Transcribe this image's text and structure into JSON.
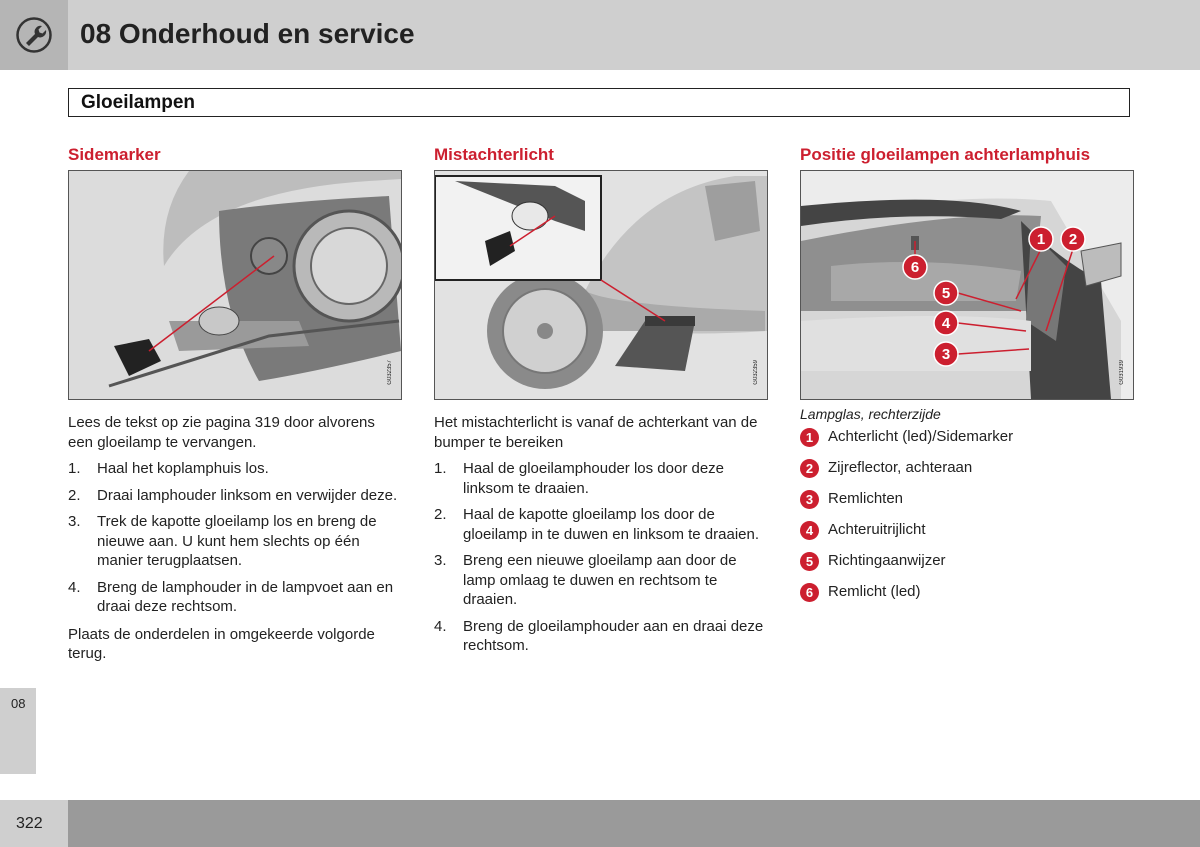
{
  "header": {
    "chapter_title": "08 Onderhoud en service",
    "icon": "wrench-icon"
  },
  "section": {
    "title": "Gloeilampen"
  },
  "sidemarker": {
    "heading": "Sidemarker",
    "figure_code": "G032357",
    "intro": "Lees de tekst op zie pagina 319 door alvorens een gloeilamp te vervangen.",
    "steps": [
      {
        "num": "1.",
        "text": "Haal het koplamphuis los."
      },
      {
        "num": "2.",
        "text": "Draai lamphouder linksom en verwijder deze."
      },
      {
        "num": "3.",
        "text": "Trek de kapotte gloeilamp los en breng de nieuwe aan. U kunt hem slechts op één manier terugplaatsen."
      },
      {
        "num": "4.",
        "text": "Breng de lamphouder in de lampvoet aan en draai deze rechtsom."
      }
    ],
    "outro": "Plaats de onderdelen in omgekeerde volgorde terug."
  },
  "mistachterlicht": {
    "heading": "Mistachterlicht",
    "figure_code": "G032359",
    "intro": "Het mistachterlicht is vanaf de achterkant van de bumper te bereiken",
    "steps": [
      {
        "num": "1.",
        "text": "Haal de gloeilamphouder los door deze linksom te draaien."
      },
      {
        "num": "2.",
        "text": "Haal de kapotte gloeilamp los door de gloeilamp in te duwen en linksom te draaien."
      },
      {
        "num": "3.",
        "text": "Breng een nieuwe gloeilamp aan door de lamp omlaag te duwen en rechtsom te draaien."
      },
      {
        "num": "4.",
        "text": "Breng de gloeilamphouder aan en draai deze rechtsom."
      }
    ]
  },
  "positie": {
    "heading": "Positie gloeilampen achterlamphuis",
    "figure_code": "G031939",
    "figure_labels": [
      "1",
      "2",
      "6",
      "5",
      "4",
      "3"
    ],
    "caption": "Lampglas, rechterzijde",
    "legend": [
      {
        "num": "1",
        "text": "Achterlicht (led)/Sidemarker"
      },
      {
        "num": "2",
        "text": "Zijreflector, achteraan"
      },
      {
        "num": "3",
        "text": "Remlichten"
      },
      {
        "num": "4",
        "text": "Achteruitrijlicht"
      },
      {
        "num": "5",
        "text": "Richtingaanwijzer"
      },
      {
        "num": "6",
        "text": "Remlicht (led)"
      }
    ]
  },
  "side_tab": "08",
  "page_number": "322",
  "colors": {
    "accent": "#cc1f2f",
    "header_bg": "#cfcfcf",
    "footer_bg": "#9a9a9a"
  }
}
